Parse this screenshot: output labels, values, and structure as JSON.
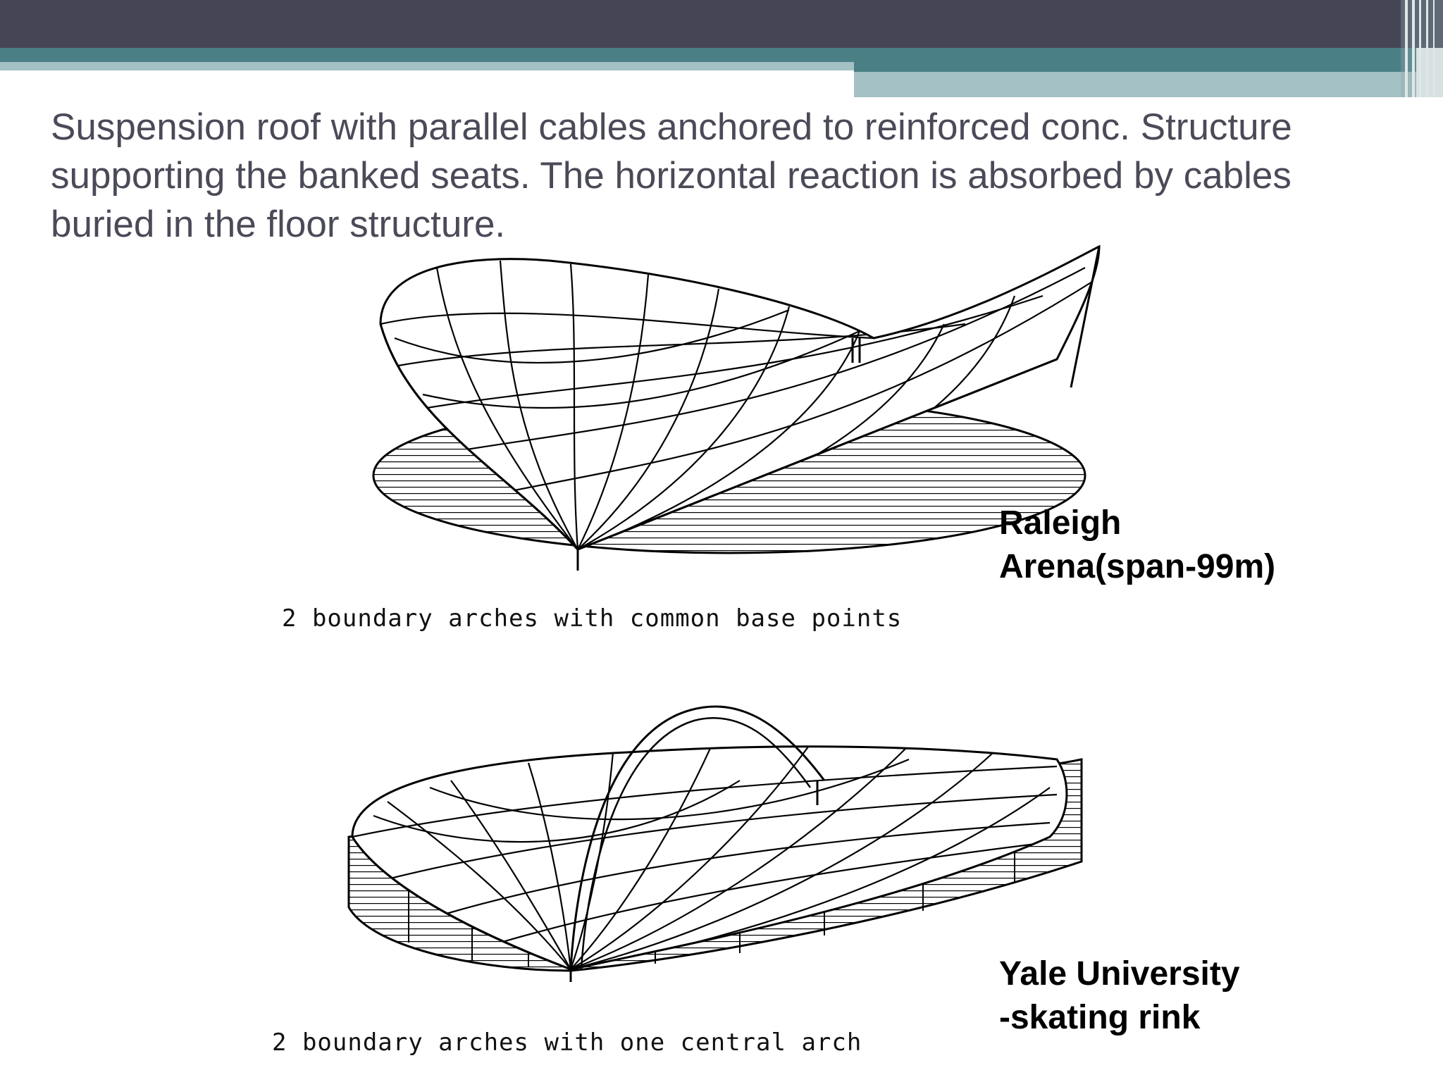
{
  "slide": {
    "body_text": "Suspension roof with parallel cables anchored to reinforced conc. Structure supporting the banked seats. The horizontal reaction is absorbed by cables buried in the floor structure."
  },
  "figures": [
    {
      "caption": "2 boundary arches with common base points",
      "label_line1": "Raleigh",
      "label_line2": "Arena(span-99m)"
    },
    {
      "caption": "2 boundary arches with one central arch",
      "label_line1": "Yale University",
      "label_line2": "-skating rink"
    }
  ],
  "colors": {
    "header_dark": "#454556",
    "header_teal": "#4b7f86",
    "header_light": "#a4c1c5",
    "text": "#4a4a58"
  }
}
